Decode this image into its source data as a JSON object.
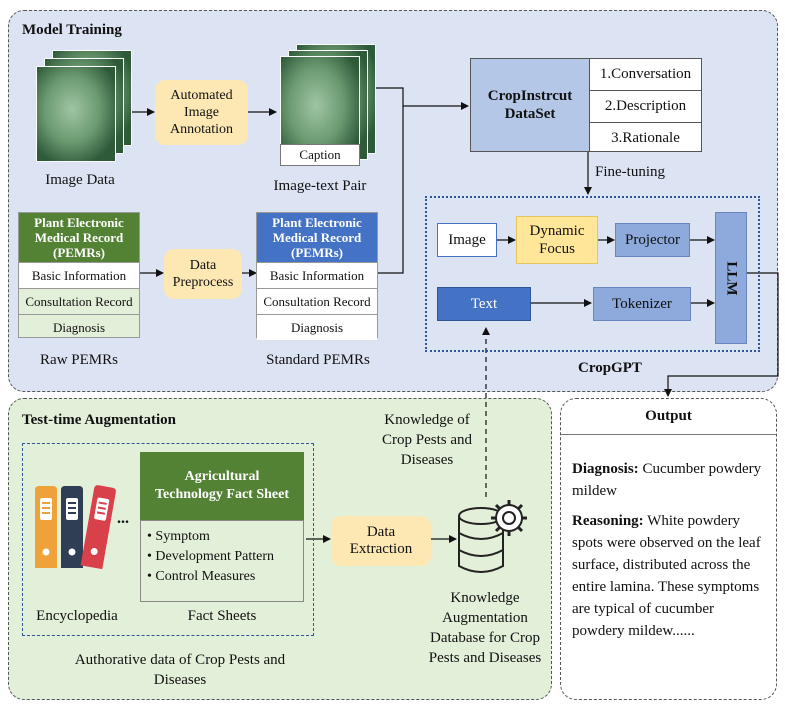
{
  "model_training": {
    "title": "Model Training",
    "image_data_label": "Image Data",
    "annotation_label": "Automated Image Annotation",
    "caption_label": "Caption",
    "image_text_pair_label": "Image-text Pair",
    "raw_table": {
      "header": "Plant Electronic Medical Record (PEMRs)",
      "rows": [
        "Basic Information",
        "Consultation Record",
        "Diagnosis"
      ],
      "label": "Raw PEMRs"
    },
    "preprocess_label": "Data Preprocess",
    "std_table": {
      "header": "Plant Electronic Medical Record (PEMRs)",
      "rows": [
        "Basic Information",
        "Consultation Record",
        "Diagnosis"
      ],
      "label": "Standard PEMRs"
    },
    "dataset": {
      "name": "CropInstrcut DataSet",
      "items": [
        "1.Conversation",
        "2.Description",
        "3.Rationale"
      ]
    },
    "finetune_label": "Fine-tuning",
    "cropgpt": {
      "image": "Image",
      "dynamic_focus": "Dynamic Focus",
      "projector": "Projector",
      "text": "Text",
      "tokenizer": "Tokenizer",
      "llm": "LLM",
      "label": "CropGPT"
    }
  },
  "tta": {
    "title": "Test-time Augmentation",
    "fact_sheet_title": "Agricultural Technology Fact Sheet",
    "fact_items": [
      "Symptom",
      "Development Pattern",
      "Control Measures"
    ],
    "ellipsis": "...",
    "encyclopedia_label": "Encyclopedia",
    "fact_sheets_label": "Fact Sheets",
    "authorative_label": "Authorative data of Crop Pests and Diseases",
    "extraction_label": "Data Extraction",
    "knowledge_label": "Knowledge of Crop Pests and Diseases",
    "database_label": "Knowledge Augmentation Database for Crop Pests and Diseases"
  },
  "output": {
    "title": "Output",
    "diagnosis_key": "Diagnosis:",
    "diagnosis_value": "Cucumber powdery mildew",
    "reasoning_key": "Reasoning:",
    "reasoning_value": "White powdery spots were observed on the leaf surface, distributed across the entire lamina. These symptoms are typical of cucumber powdery mildew......"
  },
  "colors": {
    "training_bg": "#dce3f2",
    "tta_bg": "#e2efd9",
    "yellow": "#fde8b4",
    "green_header": "#548235",
    "blue_header": "#4472c4",
    "light_blue": "#8ea9db",
    "dataset_blue": "#b4c7e7",
    "fact_green": "#548235"
  },
  "icons": [
    "leaf-image-icon",
    "book-binder-icon",
    "database-gear-icon"
  ]
}
